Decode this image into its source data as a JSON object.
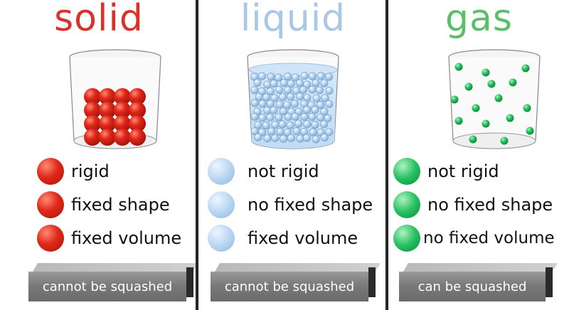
{
  "states": [
    {
      "title": "solid",
      "color": "#d7332b",
      "properties": [
        "rigid",
        "fixed shape",
        "fixed volume"
      ],
      "squash": "cannot be squashed"
    },
    {
      "title": "liquid",
      "color": "#a9c8e6",
      "properties": [
        "not rigid",
        "no fixed shape",
        "fixed volume"
      ],
      "squash": "cannot be squashed"
    },
    {
      "title": "gas",
      "color": "#5bbf6a",
      "properties": [
        "not rigid",
        "no fixed shape",
        "no fixed volume"
      ],
      "squash": "can be squashed"
    }
  ],
  "icons": {
    "solid_particle": "red-sphere-icon",
    "liquid_particle": "blue-sphere-icon",
    "gas_particle": "green-sphere-icon"
  }
}
